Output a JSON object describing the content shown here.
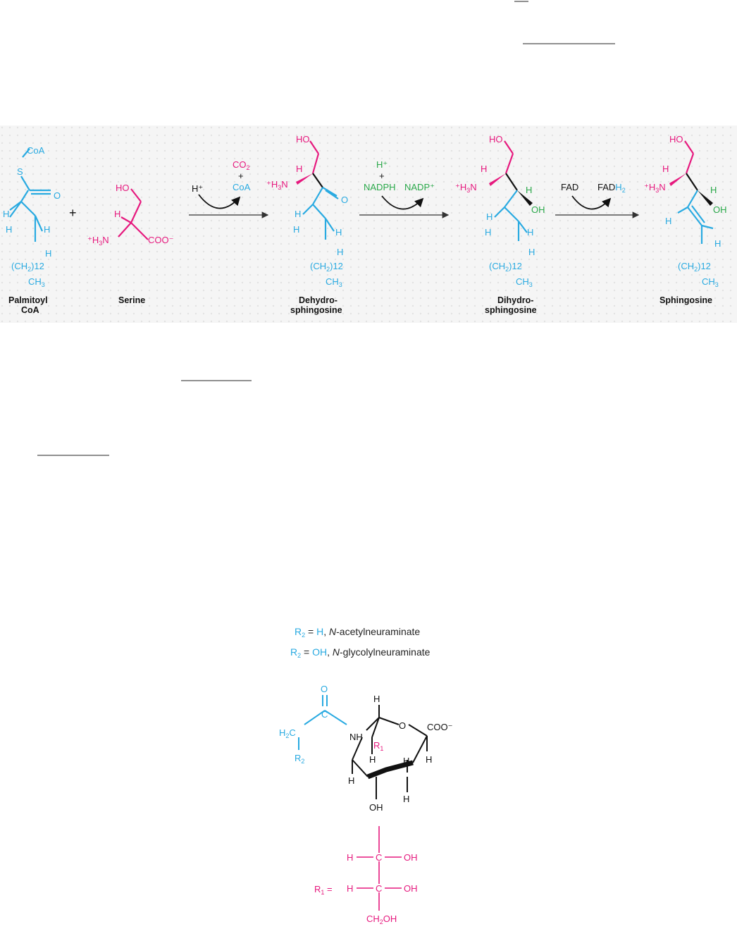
{
  "colors": {
    "pink": "#e6197e",
    "cyan": "#29aae1",
    "green": "#2aa84a",
    "black": "#111111",
    "panel_bg": "#f3f3f3"
  },
  "pathway": {
    "compounds": {
      "palmitoyl_coa": [
        "Palmitoyl",
        "CoA"
      ],
      "serine": "Serine",
      "dehydrosphingosine": [
        "Dehydro-",
        "sphingosine"
      ],
      "dihydrosphingosine": [
        "Dihydro-",
        "sphingosine"
      ],
      "sphingosine": "Sphingosine"
    },
    "atoms": {
      "coa": "CoA",
      "s": "S",
      "o": "O",
      "h": "H",
      "ho": "HO",
      "oh": "OH",
      "ch2": "(CH",
      "sub2": "2",
      "sub12": ")12",
      "ch3": "CH",
      "sub3": "3",
      "h3n": "⁺H",
      "n": "N",
      "coo": "COO⁻",
      "plus": "+"
    },
    "step1": {
      "in": "H⁺",
      "out1": "CO",
      "out1_sub": "2",
      "plus": "+",
      "out2": "CoA"
    },
    "step2": {
      "in1": "H⁺",
      "plus": "+",
      "in2": "NADPH",
      "out": "NADP⁺"
    },
    "step3": {
      "in": "FAD",
      "out": "FAD",
      "out_sub": "H",
      "out_sub2": "2"
    }
  },
  "sialic": {
    "legend": [
      {
        "r": "R",
        "sub": "2",
        "eq": " = ",
        "val": "H",
        "rest": ", ",
        "italic": "N",
        "name": "-acetylneuraminate"
      },
      {
        "r": "R",
        "sub": "2",
        "eq": " = ",
        "val": "OH",
        "rest": ", ",
        "italic": "N",
        "name": "-glycolylneuraminate"
      }
    ],
    "atoms": {
      "o": "O",
      "h2c": "H",
      "h2c_sub": "2",
      "h2c_c": "C",
      "c": "C",
      "r2": "R",
      "r2_sub": "2",
      "nh": "NH",
      "h": "H",
      "ring_o": "O",
      "coo": "COO⁻",
      "r1": "R",
      "r1_sub": "1",
      "oh": "OH"
    },
    "r1_def": {
      "label": "R",
      "sub": "1",
      "eq": " =",
      "h": "H",
      "c": "C",
      "oh": "OH",
      "ch2oh": "CH",
      "ch2oh_sub": "2",
      "ch2oh_end": "OH"
    }
  }
}
